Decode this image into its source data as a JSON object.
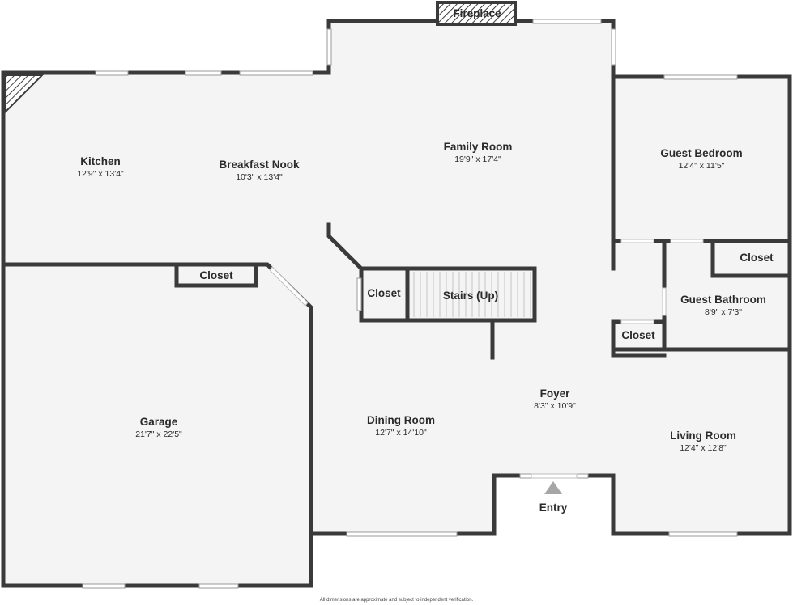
{
  "rooms": {
    "fireplace": {
      "name": "Fireplace"
    },
    "kitchen": {
      "name": "Kitchen",
      "dim": "12'9\" x 13'4\""
    },
    "breakfast_nook": {
      "name": "Breakfast Nook",
      "dim": "10'3\" x 13'4\""
    },
    "family_room": {
      "name": "Family Room",
      "dim": "19'9\" x 17'4\""
    },
    "guest_bedroom": {
      "name": "Guest Bedroom",
      "dim": "12'4\" x 11'5\""
    },
    "closet_garage": {
      "name": "Closet"
    },
    "closet_stair": {
      "name": "Closet"
    },
    "stairs": {
      "name": "Stairs (Up)"
    },
    "closet_bath": {
      "name": "Closet"
    },
    "guest_bathroom": {
      "name": "Guest Bathroom",
      "dim": "8'9\" x 7'3\""
    },
    "closet_hall": {
      "name": "Closet"
    },
    "foyer": {
      "name": "Foyer",
      "dim": "8'3\" x 10'9\""
    },
    "garage": {
      "name": "Garage",
      "dim": "21'7\" x 22'5\""
    },
    "dining_room": {
      "name": "Dining Room",
      "dim": "12'7\" x 14'10\""
    },
    "living_room": {
      "name": "Living Room",
      "dim": "12'4\" x 12'8\""
    },
    "entry": {
      "name": "Entry"
    }
  },
  "footnote": "All dimensions are approximate and subject to independent verification.",
  "colors": {
    "wall": "#3a3a3a",
    "floor": "#f4f4f4",
    "window": "#ffffff",
    "window_frame": "#9a9a9a",
    "entry_arrow": "#a6a6a6"
  }
}
